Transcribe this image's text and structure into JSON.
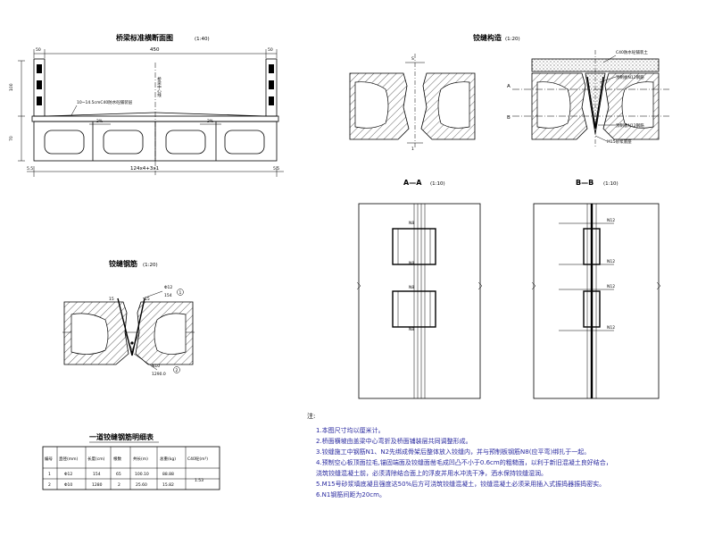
{
  "drawing": {
    "bridge_section": {
      "title": "桥梁标准横断面图",
      "scale": "(1:40)",
      "dim_total": "450",
      "dim_left_edge": "50",
      "dim_right_edge": "50",
      "dim_height_top": "100",
      "dim_height_bottom": "70",
      "dim_bottom": "124x4+3x1",
      "dim_bottom_left": "5.5",
      "dim_bottom_right": "5.5",
      "pavement_label": "10~14.5cmC40防水砼铺装层",
      "centerline_label": "桥梁中心线",
      "slope_left": "2%",
      "slope_right": "2%"
    },
    "hinge_rebar": {
      "title": "铰缝钢筋",
      "scale": "(1:20)",
      "label_n12": "Φ12",
      "label_154": "154",
      "label_15a": "15",
      "label_15b": "15",
      "label_n10": "N10",
      "label_1290": "1290.0",
      "callout_1": "1",
      "callout_2": "2"
    },
    "hinge_structure": {
      "title": "铰缝构造",
      "scale": "(1:20)",
      "label_c40": "C40防水砼铺装土",
      "label_precast": "预制板N12钢筋",
      "label_mesh": "预制板N12钢筋",
      "label_m15": "M15砂浆底座",
      "section_a": "A",
      "section_b": "B",
      "dim_s": "S",
      "dim_1": "1"
    },
    "section_aa": {
      "title": "A—A",
      "scale": "(1:10)",
      "labels": [
        "N8",
        "N8",
        "N8",
        "N8"
      ]
    },
    "section_bb": {
      "title": "B—B",
      "scale": "(1:10)",
      "labels": [
        "N12",
        "N12",
        "N12",
        "N12"
      ]
    },
    "table": {
      "title": "一道铰缝钢筋明细表",
      "headers": [
        "编号",
        "直径(mm)",
        "长度(cm)",
        "根数",
        "共长(m)",
        "总重(kg)",
        "C40砼(m³)"
      ],
      "rows": [
        [
          "1",
          "Φ12",
          "154",
          "65",
          "100.10",
          "88.88",
          "1.53"
        ],
        [
          "2",
          "Φ10",
          "1280",
          "2",
          "25.60",
          "15.82",
          ""
        ]
      ]
    },
    "notes": {
      "heading": "注:",
      "items": [
        "1.本图尺寸均以厘米计。",
        "2.桥面横坡由盖梁中心弯折及桥面铺装层共同调整形成。",
        "3.铰缝施工中钢筋N1、N2先绑成骨架后整体放入铰缝内，并与预制板钢筋N8(应平弯)绑扎于一起。",
        "4.预制空心板顶面拉毛,锚固端面及铰缝面凿毛成凹凸不小于0.6cm的粗糙面，以利于新旧混凝土良好结合，",
        "   浇筑铰缝混凝土前，必须清除结合面上的浮皮并用水冲洗干净，洒水保持铰缝湿润。",
        "5.M15号砂浆填底凝且强度达50%后方可浇筑铰缝混凝土，铰缝混凝土必须采用插入式振捣器振捣密实。",
        "6.N1钢筋间距为20cm。"
      ]
    }
  }
}
